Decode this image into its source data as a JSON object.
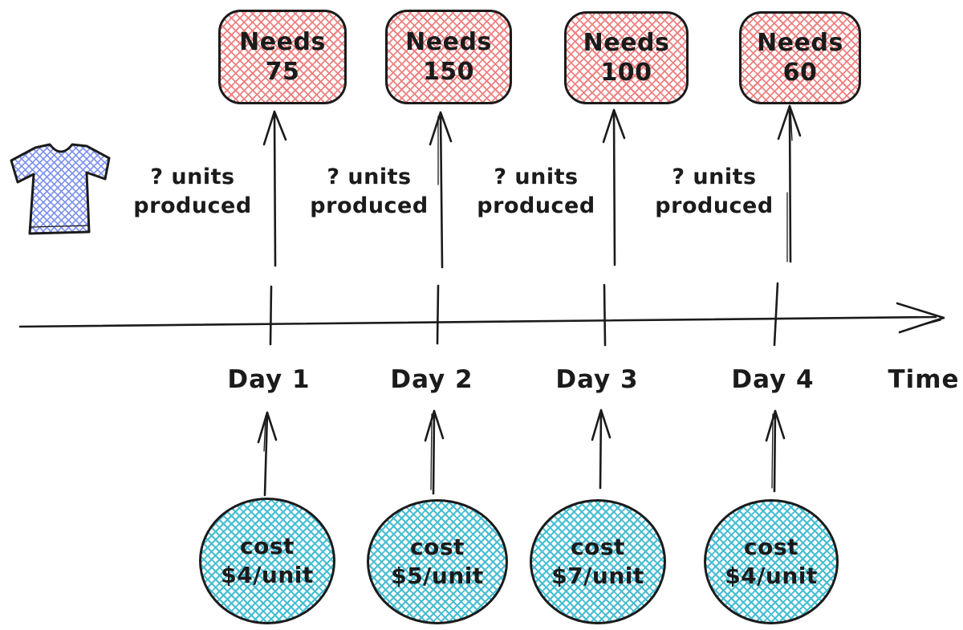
{
  "diagram": {
    "needs_boxes": [
      {
        "title": "Needs",
        "value": "75"
      },
      {
        "title": "Needs",
        "value": "150"
      },
      {
        "title": "Needs",
        "value": "100"
      },
      {
        "title": "Needs",
        "value": "60"
      }
    ],
    "produced_label": {
      "line1": "? units",
      "line2": "produced"
    },
    "day_labels": [
      "Day 1",
      "Day 2",
      "Day 3",
      "Day 4"
    ],
    "axis_label": "Time",
    "cost_circles": [
      {
        "title": "cost",
        "value": "$4/unit"
      },
      {
        "title": "cost",
        "value": "$5/unit"
      },
      {
        "title": "cost",
        "value": "$7/unit"
      },
      {
        "title": "cost",
        "value": "$4/unit"
      }
    ]
  },
  "icons": {
    "tshirt": "blue crosshatched t-shirt"
  },
  "colors": {
    "ink": "#1b1b1b",
    "needs_line": "#ee8080",
    "cost_line": "#46bdd2",
    "shirt_line": "#7b8fee",
    "background": "#ffffff"
  }
}
